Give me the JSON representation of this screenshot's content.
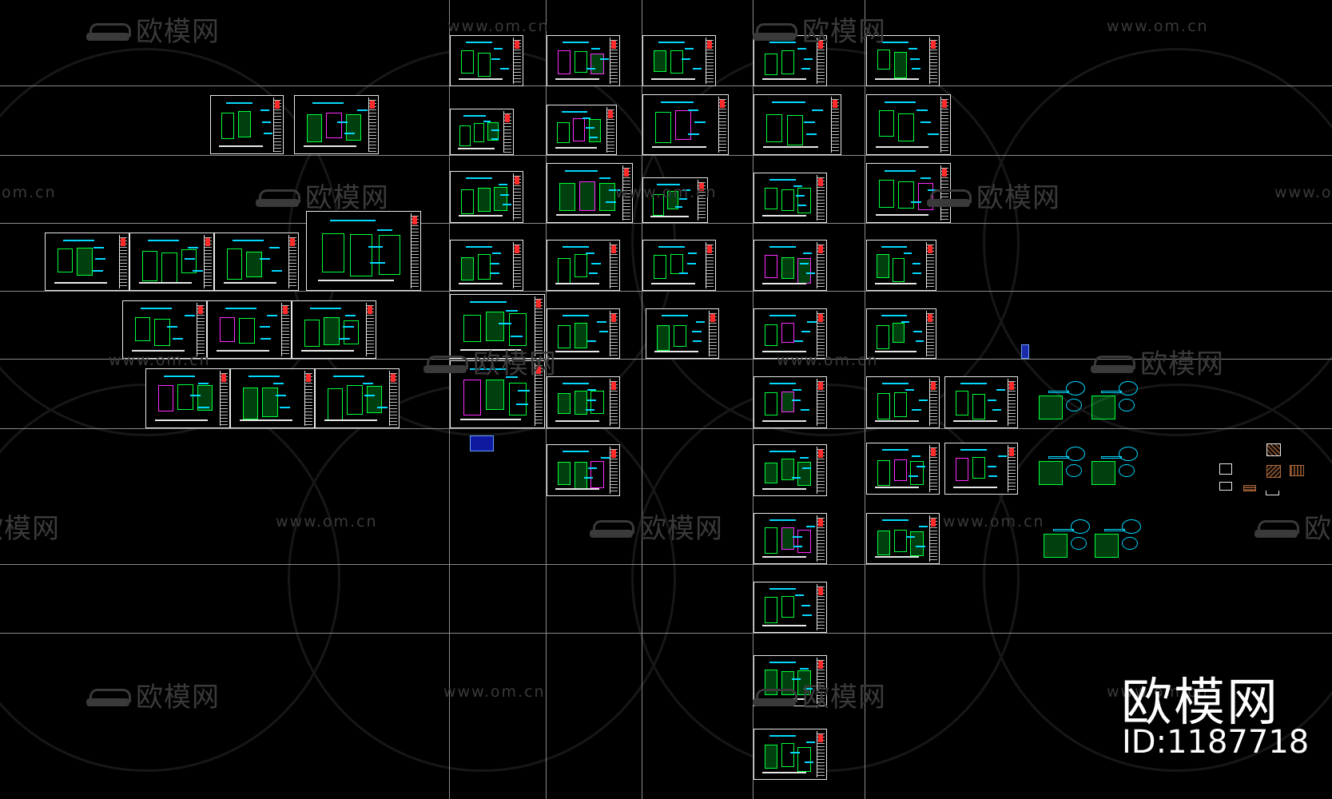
{
  "watermarks": {
    "logo_text": "欧模网",
    "url_text": "www.om.cn",
    "url_fragment": "om.cn",
    "icon": "sofa-logo-icon"
  },
  "brand": {
    "name": "欧模网",
    "id_text": "ID:1187718"
  },
  "colors": {
    "background": "#000000",
    "grid_line": "#8a8a8a",
    "sheet_frame": "#e8e8e8",
    "line_green": "#00ff3c",
    "line_cyan": "#00d9ff",
    "line_magenta": "#ff2cff",
    "title_red": "#ff2a2a"
  }
}
